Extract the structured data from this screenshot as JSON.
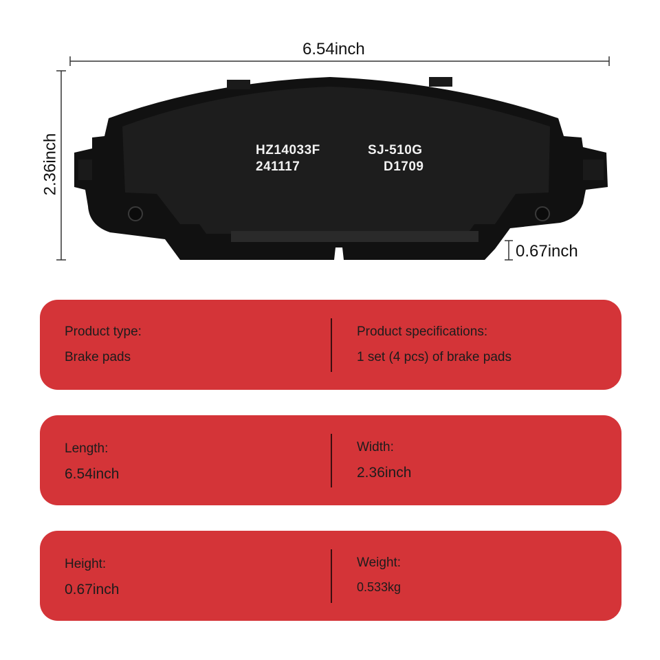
{
  "dimensions": {
    "length": "6.54inch",
    "width": "2.36inch",
    "height": "0.67inch"
  },
  "pad_markings": {
    "code_1": "HZ14033F",
    "code_2": "241117",
    "code_3": "SJ-510G",
    "code_4": "D1709"
  },
  "specs": [
    {
      "left_label": "Product type:",
      "left_value": "Brake pads",
      "right_label": "Product specifications:",
      "right_value": "1 set (4 pcs) of brake pads"
    },
    {
      "left_label": "Length:",
      "left_value": "6.54inch",
      "right_label": "Width:",
      "right_value": "2.36inch"
    },
    {
      "left_label": "Height:",
      "left_value": "0.67inch",
      "right_label": "Weight:",
      "right_value": "0.533kg"
    }
  ],
  "colors": {
    "panel": "#d43438",
    "pad": "#151515",
    "background": "#ffffff"
  }
}
